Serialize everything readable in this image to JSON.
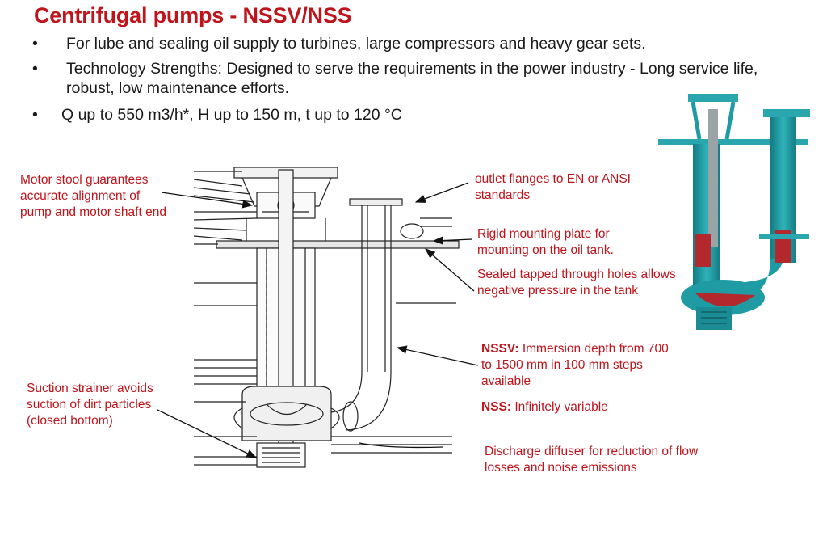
{
  "slide": {
    "title": "Centrifugal pumps - NSSV/NSS",
    "bullets": [
      "For lube and sealing oil supply to turbines, large compressors and heavy gear sets.",
      "Technology Strengths: Designed to serve the requirements in the power industry - Long service life, robust, low maintenance efforts.",
      "Q up to 550 m3/h*, H up to 150 m, t up to 120 °C"
    ],
    "bullet_marker": "•"
  },
  "callouts": {
    "motor_stool": "Motor stool guarantees accurate alignment of pump and motor shaft end",
    "suction_strainer": "Suction strainer avoids suction of dirt particles (closed bottom)",
    "outlet_flanges": "outlet flanges to EN or ANSI standards",
    "mounting_plate": "Rigid mounting plate for mounting on the oil tank.",
    "sealed_holes": "Sealed tapped through holes allows negative pressure in the tank",
    "nssv_label": "NSSV:",
    "nssv_text": " Immersion depth from 700 to 1500 mm in 100 mm steps available",
    "nss_label": "NSS:",
    "nss_text": " Infinitely variable",
    "diffuser": "Discharge diffuser for reduction of flow losses and noise emissions"
  },
  "colors": {
    "title_red": "#c0141c",
    "pump_teal": "#1f9ba3",
    "pump_red": "#b3282d"
  },
  "icons": {
    "technical_drawing": "pump-cross-section-drawing",
    "pump_render": "vertical-pump-3d-render"
  }
}
